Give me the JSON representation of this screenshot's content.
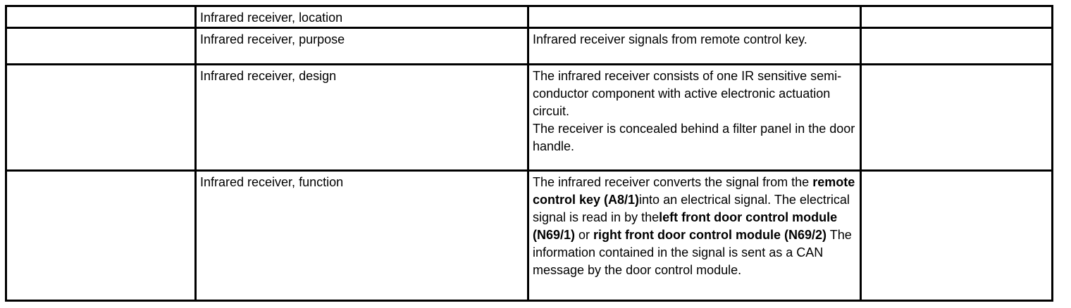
{
  "rows": [
    {
      "label": "Infrared receiver, location",
      "description": ""
    },
    {
      "label": "Infrared receiver, purpose",
      "description": "Infrared receiver signals from remote control key."
    },
    {
      "label": "Infrared receiver, design",
      "description_line1": "The infrared receiver consists of one IR sensitive semi-conductor component with active electronic actuation circuit.",
      "description_line2": "The receiver is concealed behind a filter panel in the door handle."
    },
    {
      "label": "Infrared receiver, function",
      "description_parts": {
        "t1": "The infrared receiver converts the signal from the ",
        "b1": "remote control key (A8/1)",
        "t2": "into an electrical signal. The electrical signal is read in by the",
        "b2": "left front door control module (N69/1)",
        "t3": " or ",
        "b3": "right front door control module (N69/2)",
        "t4": " The information contained in the signal is sent as a CAN message by the door control module."
      }
    }
  ]
}
